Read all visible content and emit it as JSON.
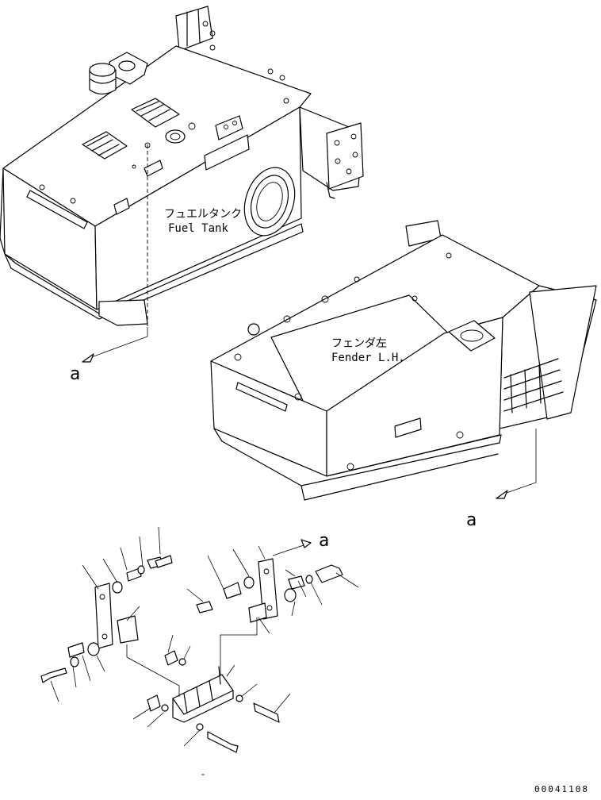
{
  "labels": {
    "fuel_tank_jp": "フュエルタンク",
    "fuel_tank_en": "Fuel Tank",
    "fender_jp": "フェンダ左",
    "fender_en": "Fender L.H.",
    "ref_a_1": "a",
    "ref_a_2": "a",
    "ref_a_3": "a"
  },
  "drawing_number": "00041108"
}
